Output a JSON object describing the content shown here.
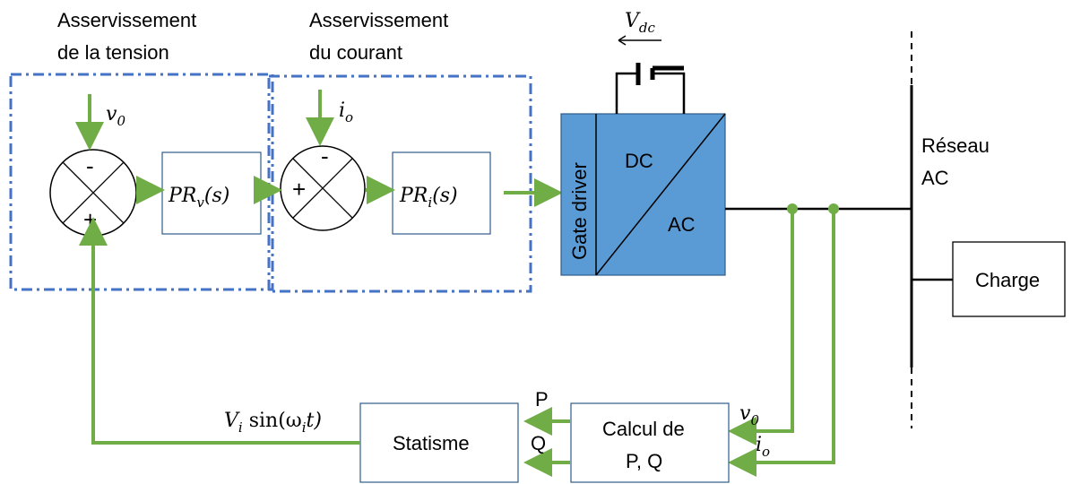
{
  "labels": {
    "voltage_group_line1": "Asservissement",
    "voltage_group_line2": "de la tension",
    "current_group_line1": "Asservissement",
    "current_group_line2": "du courant",
    "vdc_main": "V",
    "vdc_sub": "dc",
    "v0_main": "v",
    "v0_sub": "0",
    "io_main": "i",
    "io_sub": "o",
    "sum1_top_sign": "-",
    "sum1_bottom_sign": "+",
    "sum2_top_sign": "-",
    "sum2_left_sign": "+",
    "prv_text": "PR",
    "prv_sub": "v",
    "prv_suffix": "(s)",
    "pri_text": "PR",
    "pri_sub": "i",
    "pri_suffix": "(s)",
    "gate_driver": "Gate driver",
    "converter_dc": "DC",
    "converter_ac": "AC",
    "grid_line1": "Réseau",
    "grid_line2": "AC",
    "load": "Charge",
    "calc_line1": "Calcul de",
    "calc_line2": "P, Q",
    "droop": "Statisme",
    "p_label": "P",
    "q_label": "Q",
    "vi_main": "V",
    "vi_sub": "i",
    "vi_rest_a": " sin(ω",
    "vi_sub2": "i",
    "vi_rest_b": "t)",
    "calc_v0_main": "v",
    "calc_v0_sub": "0",
    "calc_io_main": "i",
    "calc_io_sub": "o"
  },
  "colors": {
    "signal": "#70ad47",
    "converter_fill": "#5b9bd5",
    "group_border": "#4472c4"
  }
}
